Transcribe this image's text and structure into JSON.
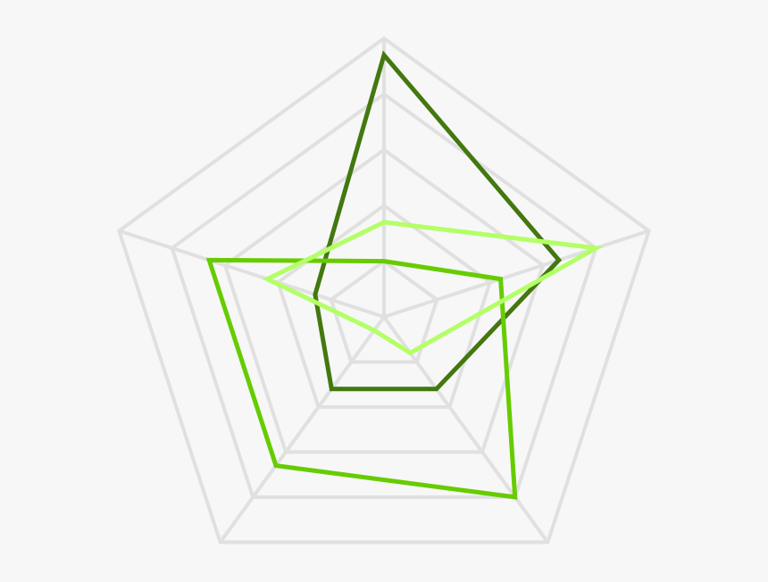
{
  "chart_data": {
    "type": "radar",
    "title": "",
    "axes": [
      "",
      "",
      "",
      "",
      ""
    ],
    "rmax": 5,
    "rings": [
      1,
      2,
      3,
      4,
      5
    ],
    "grid": true,
    "legend": "none",
    "series": [
      {
        "color": "#43780f",
        "values": [
          4.7,
          3.3,
          1.6,
          1.6,
          1.3
        ]
      },
      {
        "color": "#66cc00",
        "values": [
          1.0,
          2.2,
          4.0,
          3.3,
          3.3
        ]
      },
      {
        "color": "#b3ff66",
        "values": [
          1.7,
          4.0,
          0.8,
          0.3,
          2.2
        ]
      }
    ]
  }
}
